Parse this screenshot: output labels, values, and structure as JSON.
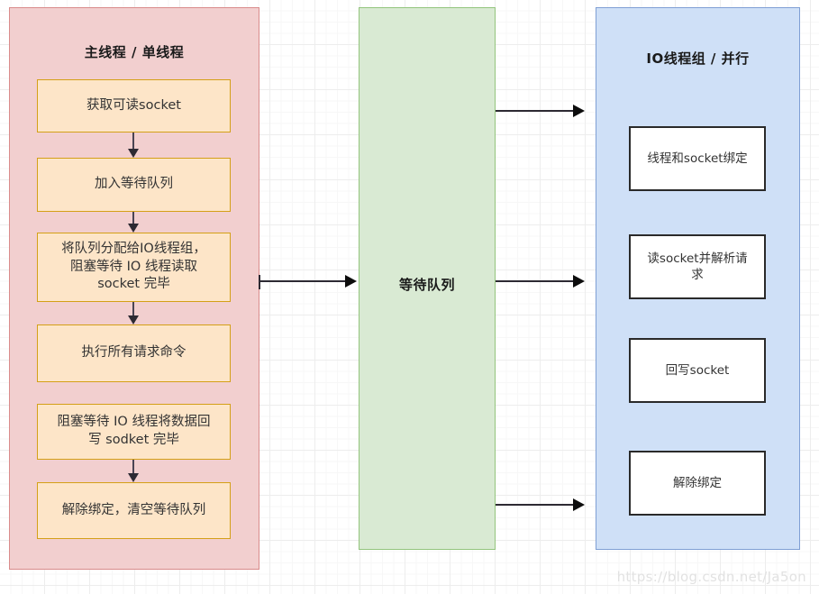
{
  "diagram": {
    "lanes": {
      "main": {
        "title": "主线程 / 单线程",
        "steps": [
          {
            "label": "获取可读socket"
          },
          {
            "label": "加入等待队列"
          },
          {
            "label": "将队列分配给IO线程组，\n阻塞等待 IO 线程读取\nsocket 完毕"
          },
          {
            "label": "执行所有请求命令"
          },
          {
            "label": "阻塞等待 IO 线程将数据回\n写 sodket 完毕"
          },
          {
            "label": "解除绑定，清空等待队列"
          }
        ]
      },
      "queue": {
        "title": "等待队列"
      },
      "io": {
        "title": "IO线程组 / 并行",
        "steps": [
          {
            "label": "线程和socket绑定"
          },
          {
            "label": "读socket并解析请\n求"
          },
          {
            "label": "回写socket"
          },
          {
            "label": "解除绑定"
          }
        ]
      }
    },
    "colors": {
      "main_fill": "#f2cfcf",
      "main_stroke": "#d98b8b",
      "queue_fill": "#d9ead3",
      "queue_stroke": "#93c47d",
      "io_fill": "#cfe0f7",
      "io_stroke": "#7f9fd4",
      "step_orange_fill": "#fde5c8",
      "step_orange_stroke": "#d4a017",
      "step_white_fill": "#ffffff",
      "step_white_stroke": "#2a2a2a",
      "connector": "#2d2a33",
      "grid_minor": "#f7f7f7",
      "grid_major": "#ededed"
    },
    "watermark": "https://blog.csdn.net/Ja5on"
  }
}
